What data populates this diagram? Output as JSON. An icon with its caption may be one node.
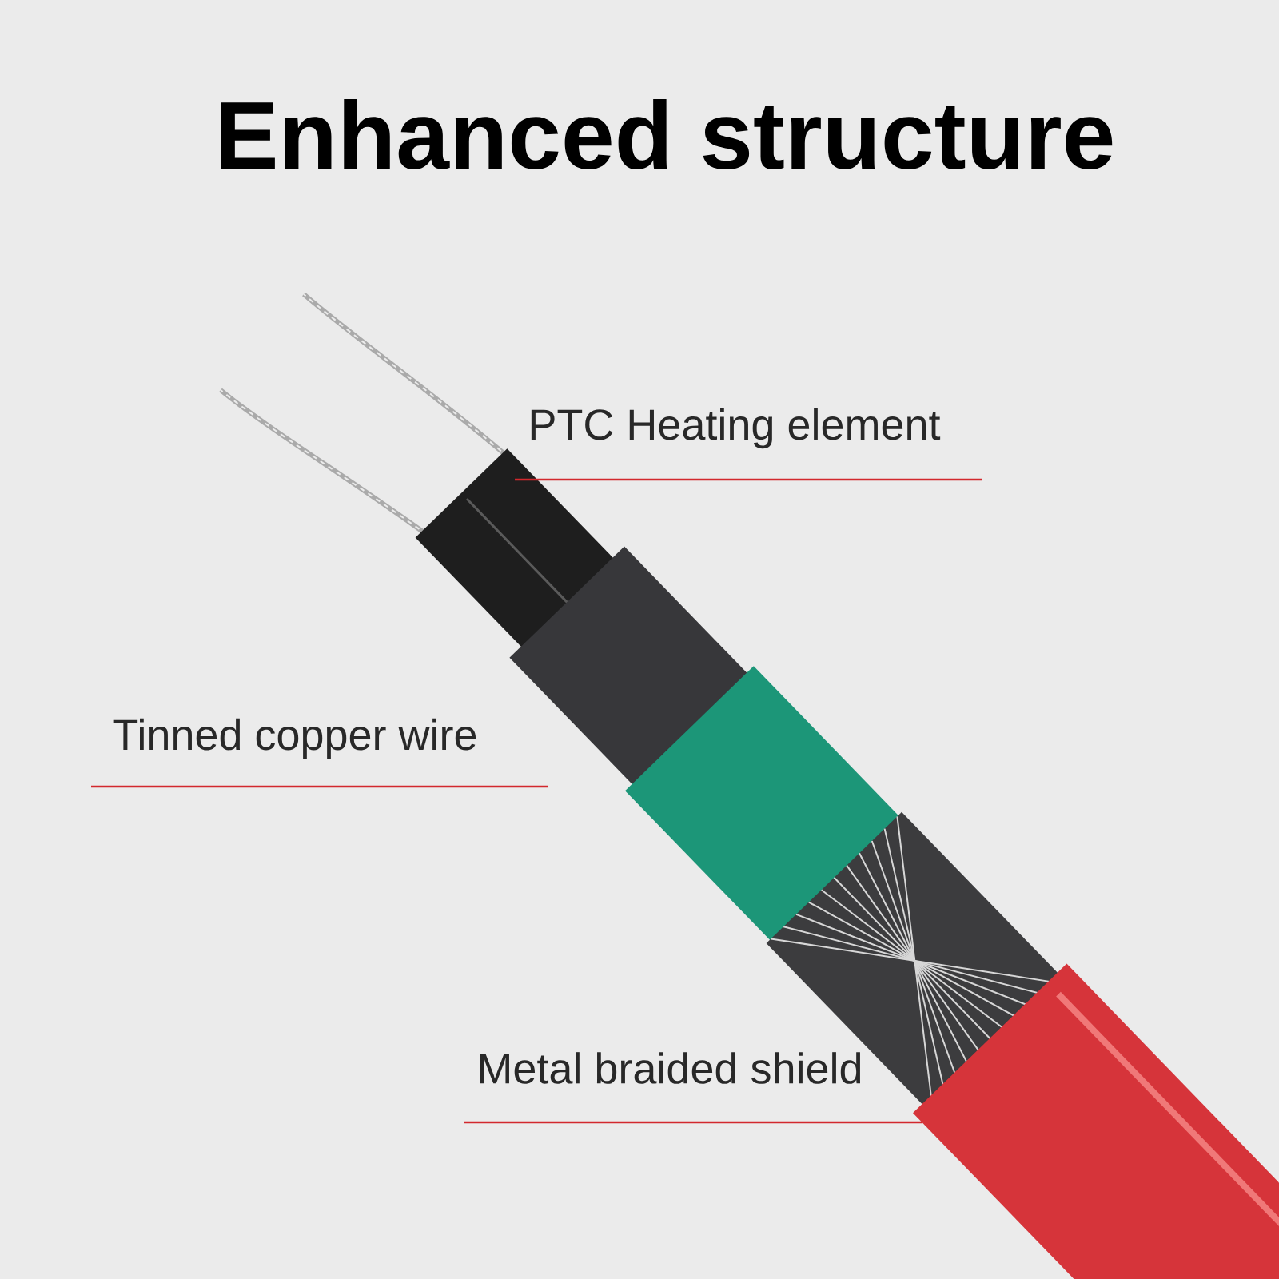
{
  "diagram": {
    "title": "Enhanced structure",
    "labels": [
      "PTC Heating element",
      "Tinned copper wire",
      "Metal braided shield"
    ]
  }
}
